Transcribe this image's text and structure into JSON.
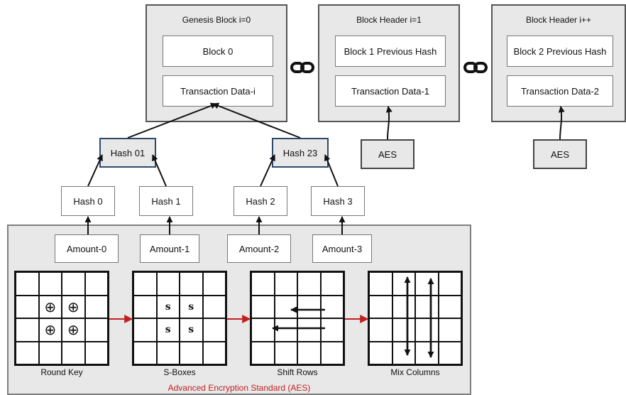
{
  "blocks": {
    "genesis": {
      "title": "Genesis Block i=0",
      "top_label": "Block 0",
      "bottom_label": "Transaction Data-i"
    },
    "block1": {
      "title": "Block Header i=1",
      "top_label": "Block 1 Previous Hash",
      "bottom_label": "Transaction Data-1"
    },
    "block2": {
      "title": "Block Header i++",
      "top_label": "Block 2 Previous Hash",
      "bottom_label": "Transaction Data-2"
    }
  },
  "aes_inputs": {
    "block1": "AES",
    "block2": "AES"
  },
  "hashes": {
    "h01": "Hash 01",
    "h23": "Hash 23",
    "h0": "Hash 0",
    "h1": "Hash 1",
    "h2": "Hash 2",
    "h3": "Hash 3"
  },
  "amounts": [
    "Amount-0",
    "Amount-1",
    "Amount-2",
    "Amount-3"
  ],
  "aes_stages": {
    "round_key": {
      "label": "Round Key",
      "symbol": "⊕"
    },
    "s_boxes": {
      "label": "S-Boxes",
      "symbol": "s"
    },
    "shift_rows": {
      "label": "Shift Rows"
    },
    "mix_columns": {
      "label": "Mix Columns"
    }
  },
  "aes_title": "Advanced Encryption Standard (AES)",
  "icons": {
    "chain_link": "chain-link-icon"
  },
  "colors": {
    "arrow_red": "#c0211f",
    "hash_border": "#2e4a6b"
  }
}
